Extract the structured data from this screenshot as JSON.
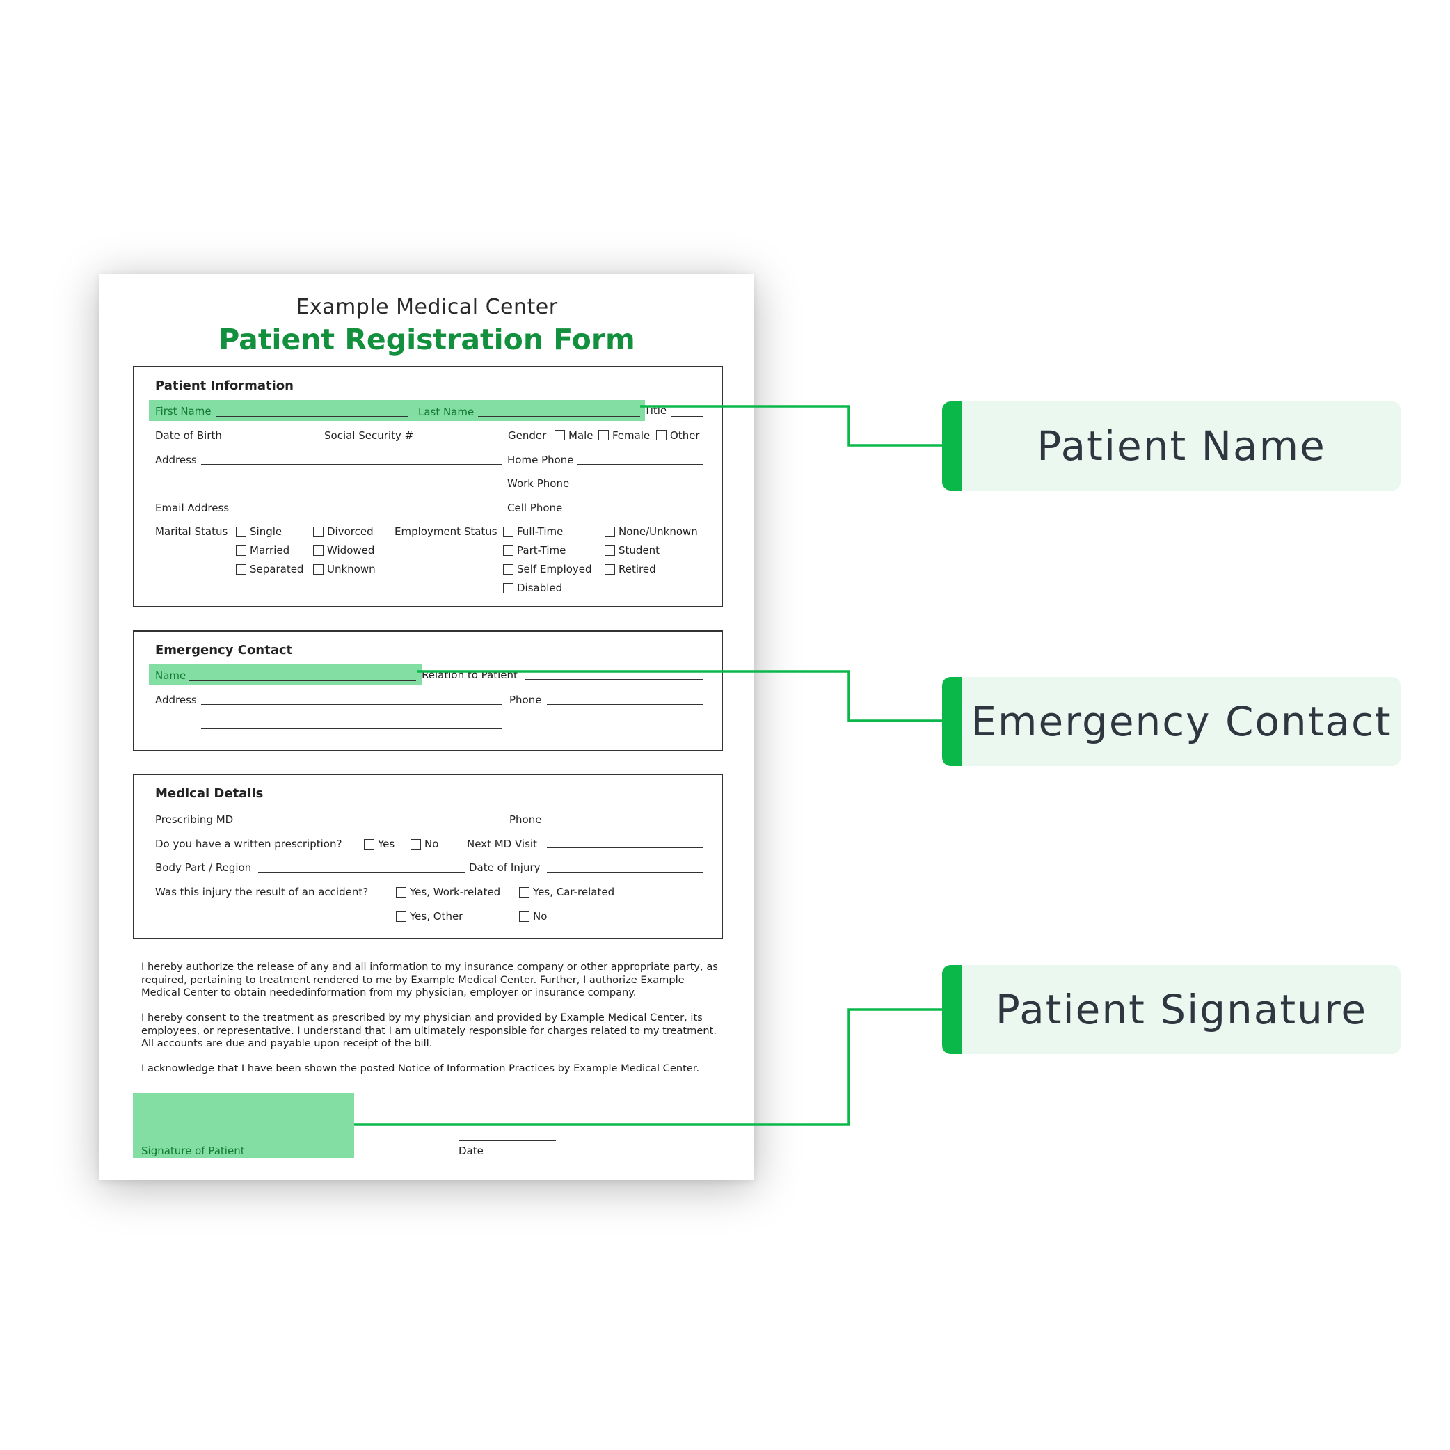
{
  "colors": {
    "accent_green": "#13903d",
    "highlight_green": "#82dea2",
    "connector_green": "#0ab84a",
    "callout_bg": "#eaf8ef"
  },
  "form": {
    "organization": "Example Medical Center",
    "title": "Patient Registration Form",
    "patient_info": {
      "heading": "Patient Information",
      "first_name": "First Name",
      "last_name": "Last Name",
      "title": "Title",
      "dob": "Date of Birth",
      "ssn": "Social Security #",
      "gender": "Gender",
      "gender_options": [
        "Male",
        "Female",
        "Other"
      ],
      "address": "Address",
      "home_phone": "Home Phone",
      "work_phone": "Work Phone",
      "email": "Email Address",
      "cell_phone": "Cell Phone",
      "marital_status": "Marital Status",
      "marital_options": [
        "Single",
        "Divorced",
        "Married",
        "Widowed",
        "Separated",
        "Unknown"
      ],
      "employment_status": "Employment Status",
      "employment_options": [
        "Full-Time",
        "None/Unknown",
        "Part-Time",
        "Student",
        "Self Employed",
        "Retired",
        "Disabled"
      ]
    },
    "emergency": {
      "heading": "Emergency Contact",
      "name": "Name",
      "relation": "Relation to Patient",
      "address": "Address",
      "phone": "Phone"
    },
    "medical": {
      "heading": "Medical Details",
      "prescribing_md": "Prescribing MD",
      "phone": "Phone",
      "written_rx": "Do you have a written prescription?",
      "yes": "Yes",
      "no": "No",
      "next_visit": "Next MD Visit",
      "body_part": "Body Part / Region",
      "date_of_injury": "Date of Injury",
      "accident_q": "Was this injury the result of an accident?",
      "accident_options": [
        "Yes, Work-related",
        "Yes, Car-related",
        "Yes, Other",
        "No"
      ]
    },
    "paragraphs": [
      "I hereby authorize the release of any and all information to my insurance company or other appropriate party, as required, pertaining to treatment rendered to me by Example Medical Center.  Further, I authorize Example Medical Center to obtain neededinformation from my physician, employer or insurance company.",
      "I hereby consent to the treatment as prescribed by my physician and provided by Example Medical Center, its employees, or representative.  I understand that I am ultimately responsible for charges related to my treatment.  All accounts are due and payable upon receipt of the bill.",
      "I acknowledge that I have been shown the posted Notice of Information Practices by Example Medical Center."
    ],
    "signature_label": "Signature of Patient",
    "date_label": "Date"
  },
  "callouts": [
    {
      "label": "Patient Name"
    },
    {
      "label": "Emergency Contact"
    },
    {
      "label": "Patient Signature"
    }
  ]
}
